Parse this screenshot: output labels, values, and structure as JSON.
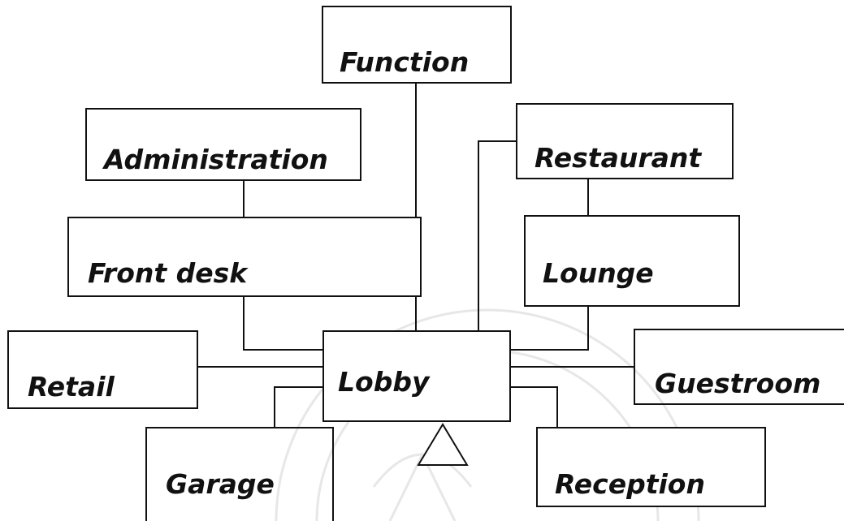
{
  "nodes": {
    "function": "Function",
    "administration": "Administration",
    "restaurant": "Restaurant",
    "front_desk": "Front desk",
    "lounge": "Lounge",
    "retail": "Retail",
    "lobby": "Lobby",
    "guestroom": "Guestroom",
    "garage": "Garage",
    "reception": "Reception"
  }
}
